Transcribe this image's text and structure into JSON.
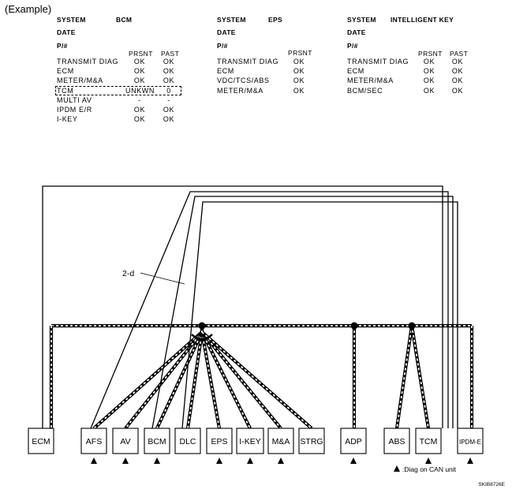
{
  "example_label": "(Example)",
  "panels": [
    {
      "system_label": "SYSTEM",
      "system_name": "BCM",
      "date_label": "DATE",
      "pn_label": "P/#",
      "col_headers": [
        "PRSNT",
        "PAST"
      ],
      "rows": [
        {
          "name": "TRANSMIT DIAG",
          "values": [
            "OK",
            "OK"
          ]
        },
        {
          "name": "ECM",
          "values": [
            "OK",
            "OK"
          ]
        },
        {
          "name": "METER/M&A",
          "values": [
            "OK",
            "OK"
          ]
        },
        {
          "name": "TCM",
          "values": [
            "UNKWN",
            "0"
          ],
          "highlight": true
        },
        {
          "name": "MULTI AV",
          "values": [
            "-",
            "-"
          ]
        },
        {
          "name": "IPDM E/R",
          "values": [
            "OK",
            "OK"
          ]
        },
        {
          "name": "I-KEY",
          "values": [
            "OK",
            "OK"
          ]
        }
      ]
    },
    {
      "system_label": "SYSTEM",
      "system_name": "EPS",
      "date_label": "DATE",
      "pn_label": "P/#",
      "col_headers": [
        "PRSNT"
      ],
      "rows": [
        {
          "name": "TRANSMIT DIAG",
          "values": [
            "OK"
          ]
        },
        {
          "name": "ECM",
          "values": [
            "OK"
          ]
        },
        {
          "name": "VDC/TCS/ABS",
          "values": [
            "OK"
          ]
        },
        {
          "name": "METER/M&A",
          "values": [
            "OK"
          ]
        }
      ]
    },
    {
      "system_label": "SYSTEM",
      "system_name": "INTELLIGENT KEY",
      "date_label": "DATE",
      "pn_label": "P/#",
      "col_headers": [
        "PRSNT",
        "PAST"
      ],
      "rows": [
        {
          "name": "TRANSMIT DIAG",
          "values": [
            "OK",
            "OK"
          ]
        },
        {
          "name": "ECM",
          "values": [
            "OK",
            "OK"
          ]
        },
        {
          "name": "METER/M&A",
          "values": [
            "OK",
            "OK"
          ]
        },
        {
          "name": "BCM/SEC",
          "values": [
            "OK",
            "OK"
          ]
        }
      ]
    }
  ],
  "diagram": {
    "wire_label": "2-d",
    "units": [
      {
        "label": "ECM",
        "diag": false
      },
      {
        "label": "AFS",
        "diag": true
      },
      {
        "label": "AV",
        "diag": true
      },
      {
        "label": "BCM",
        "diag": true
      },
      {
        "label": "DLC",
        "diag": false
      },
      {
        "label": "EPS",
        "diag": true
      },
      {
        "label": "I-KEY",
        "diag": true
      },
      {
        "label": "M&A",
        "diag": true
      },
      {
        "label": "STRG",
        "diag": false
      },
      {
        "label": "ADP",
        "diag": true
      },
      {
        "label": "ABS",
        "diag": false
      },
      {
        "label": "TCM",
        "diag": true
      },
      {
        "label": "IPDM-E",
        "diag": true
      }
    ],
    "legend": ":Diag on CAN unit",
    "figure_code": "SKIB8726E"
  }
}
